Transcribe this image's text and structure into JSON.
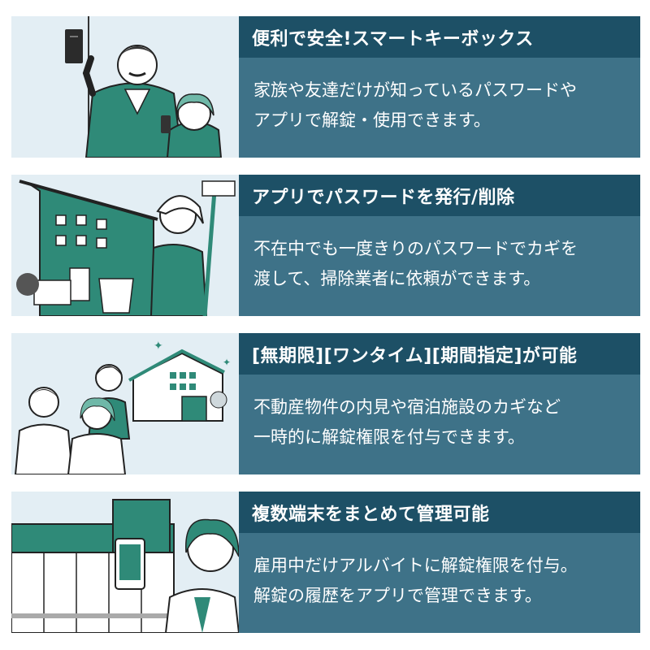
{
  "colors": {
    "title_bg": "#1d5066",
    "desc_bg": "#3e7288",
    "art_bg": "#e3eef4",
    "accent_green": "#2f8a78"
  },
  "features": [
    {
      "title": "便利で安全!スマートキーボックス",
      "lines": [
        "家族や友達だけが知っているパスワードや",
        "アプリで解錠・使用できます。"
      ],
      "illustration": "family-with-key-box"
    },
    {
      "title": "アプリでパスワードを発行/削除",
      "lines": [
        "不在中でも一度きりのパスワードでカギを",
        "渡して、掃除業者に依頼ができます。"
      ],
      "illustration": "cleaner-at-house"
    },
    {
      "title": "[無期限][ワンタイム][期間指定]が可能",
      "lines": [
        "不動産物件の内見や宿泊施設のカギなど",
        "一時的に解錠権限を付与できます。"
      ],
      "illustration": "property-viewing"
    },
    {
      "title": "複数端末をまとめて管理可能",
      "lines": [
        "雇用中だけアルバイトに解錠権限を付与。",
        "解錠の履歴をアプリで管理できます。"
      ],
      "illustration": "store-manager-with-phone"
    }
  ]
}
